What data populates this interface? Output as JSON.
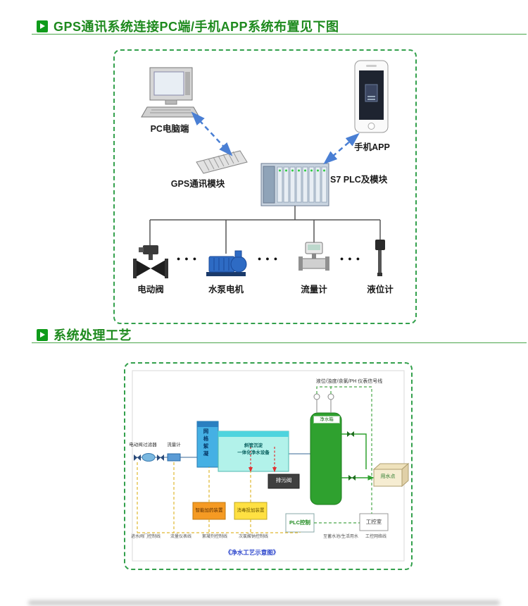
{
  "colors": {
    "accent_green": "#1e8a1e",
    "caption_blue": "#2a44cc"
  },
  "header1": {
    "title": "GPS通讯系统连接PC端/手机APP系统布置见下图"
  },
  "header2": {
    "title": "系统处理工艺"
  },
  "diagram1": {
    "pc_label": "PC电脑端",
    "phone_label": "手机APP",
    "gps_label": "GPS通讯模块",
    "plc_label": "S7 PLC及模块",
    "valve_label": "电动阀",
    "pump_label": "水泵电机",
    "flowmeter_label": "流量计",
    "level_label": "液位计",
    "dots": "●●●"
  },
  "diagram2": {
    "signal_label": "液位/浊度/余氯/PH 仪表信号线",
    "valve_label": "电动阀",
    "filter_label": "过滤器",
    "flow_label": "流量计",
    "grid_label": "网格絮凝",
    "sediment_line1": "斜管沉淀",
    "sediment_line2": "一体化净水设备",
    "clean_tank_label": "净水箱",
    "drain_label": "排污阀",
    "dosing_label": "智能加药装置",
    "disinfect_label": "消毒投加装置",
    "plc_label": "PLC控制",
    "control_room_label": "工控室",
    "use_point_label": "用水点",
    "legend": [
      "进水阀门控制线",
      "流量仪表线",
      "絮凝剂控制线",
      "次氯酸钠控制线"
    ],
    "outflow_note": "至蓄水池/生活用水",
    "network_note": "工控网络线",
    "caption": "《净水工艺示意图》"
  }
}
